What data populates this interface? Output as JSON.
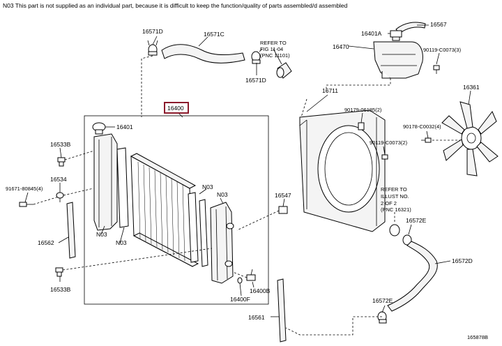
{
  "note": "N03 This part is not supplied as an individual part, because it is difficult to keep the function/quality of parts assembled/d assembled",
  "labels": {
    "p16571D_top": "16571D",
    "p16571C": "16571C",
    "refer_fig_1": "REFER TO",
    "refer_fig_2": "FIG 11-04",
    "refer_fig_3": "(PNC 11101)",
    "p16571D_mid": "16571D",
    "p16401A": "16401A",
    "p16567": "16567",
    "p16470": "16470",
    "p90119_top": "90119-C0073(3)",
    "p16711": "16711",
    "p16361": "16361",
    "p16400": "16400",
    "p16401": "16401",
    "p90179": "90179-06185(2)",
    "p90178": "90178-C0032(4)",
    "p90119_mid": "90119-C0073(2)",
    "p16533B_top": "16533B",
    "p16534": "16534",
    "p91671": "91671-80845(4)",
    "p16562": "16562",
    "n03_a": "N03",
    "n03_b": "N03",
    "n03_c": "N03",
    "n03_d": "N03",
    "p16547": "16547",
    "refer_illust_1": "REFER TO",
    "refer_illust_2": "ILLUST NO.",
    "refer_illust_3": "2 OF 2",
    "refer_illust_4": "(PNC 16321)",
    "p16572E": "16572E",
    "p16572D": "16572D",
    "p16533B_bot": "16533B",
    "p16400B": "16400B",
    "p16400F": "16400F",
    "p16572E_bot": "16572E",
    "p16561": "16561",
    "figure_code": "165878B"
  },
  "icons": [
    "radiator-core",
    "radiator-tank",
    "fan-shroud",
    "fan-blade",
    "reservoir-tank",
    "radiator-cap",
    "hose",
    "hose-clamp",
    "bolt",
    "drain-cock",
    "seal-strip",
    "grommet"
  ]
}
